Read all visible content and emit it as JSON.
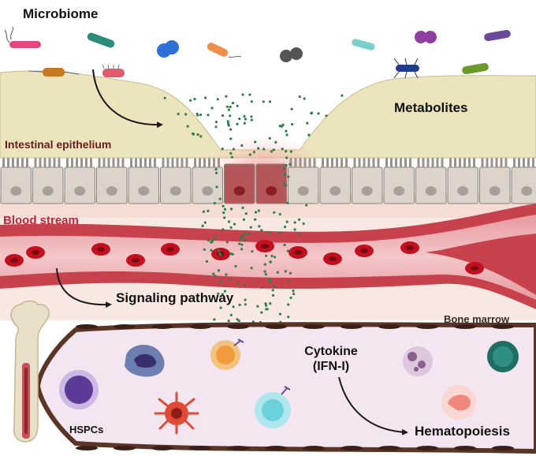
{
  "labels": {
    "microbiome": "Microbiome",
    "metabolites": "Metabolites",
    "intestinal_epithelium": "Intestinal epithelium",
    "blood_stream": "Blood stream",
    "signaling_pathway": "Signaling pathway",
    "bone_marrow": "Bone marrow",
    "cytokine": "Cytokine",
    "cytokine_sub": "(IFN-I)",
    "hspcs": "HSPCs",
    "hematopoiesis": "Hematopoiesis"
  },
  "icons": {
    "bacteria": "bacteria-icon",
    "metabolite_dots": "metabolite-dots-icon",
    "red_blood_cell": "red-blood-cell-icon",
    "bone": "bone-icon",
    "immune_cells": "immune-cell-icon"
  },
  "colors": {
    "lumen": "#ece4bd",
    "epithelium_cell": "#dcd4cb",
    "damaged_cell": "#b4565a",
    "blood_vessel": "#c8424e",
    "red_blood_cell": "#c3101f",
    "metabolite": "#2e7d4a",
    "marrow_bg": "#f4e6f0",
    "marrow_border": "#5a3526"
  }
}
